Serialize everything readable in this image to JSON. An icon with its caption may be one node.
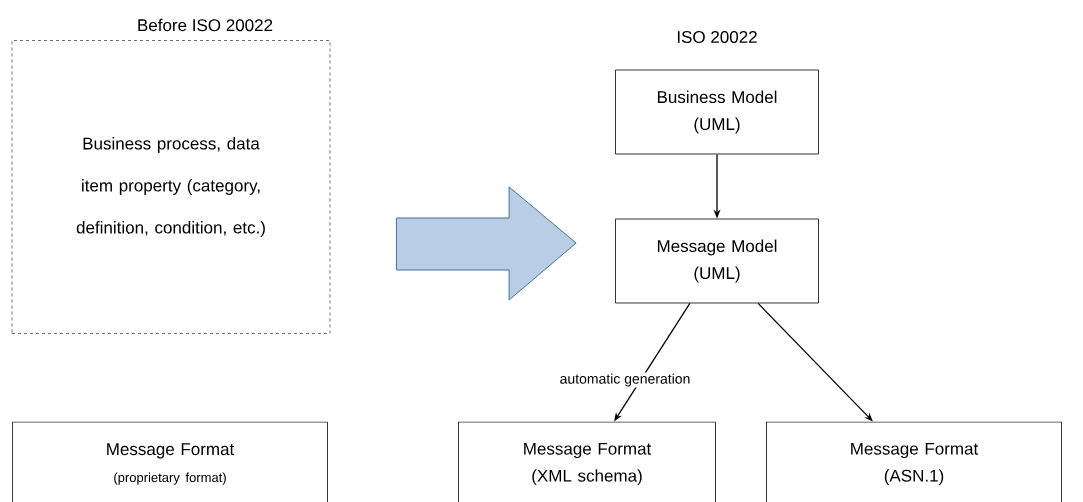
{
  "diagram": {
    "nodes": [
      {
        "text": [
          "Business process, data item property (category, definition, condition, etc.)"
        ]
      },
      {
        "text": [
          "Business Model",
          "(UML)"
        ]
      },
      {
        "text": [
          "Message Model",
          "(UML)"
        ]
      },
      {
        "text": [
          "Message Format",
          "(proprietary format)"
        ]
      },
      {
        "text": [
          "Message Format",
          "(XML schema)"
        ]
      },
      {
        "text": [
          "Message Format",
          "(ASN.1)"
        ]
      }
    ],
    "edges": [
      {
        "from": 0,
        "to": 2,
        "arrow": "to",
        "style": "thick",
        "color": "#b9cde5"
      },
      {
        "from": 1,
        "to": 2,
        "arrow": "to"
      },
      {
        "from": 2,
        "to": 4,
        "arrow": "to",
        "label": "automatic generation"
      },
      {
        "from": 2,
        "to": 5,
        "arrow": "to"
      }
    ],
    "labels": [
      "Before ISO 20022",
      "ISO 20022"
    ]
  }
}
